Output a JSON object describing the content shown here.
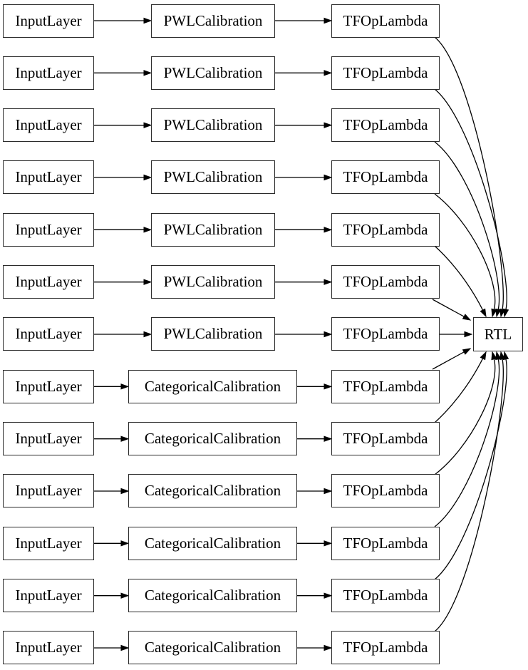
{
  "diagram": {
    "title": "model-architecture-graph",
    "background_color": "#ffffff",
    "node_border_color": "#2b2b2b",
    "edge_color": "#000000",
    "output_node": {
      "label": "RTL"
    },
    "rows": [
      {
        "input": "InputLayer",
        "calibration": "PWLCalibration",
        "op": "TFOpLambda"
      },
      {
        "input": "InputLayer",
        "calibration": "PWLCalibration",
        "op": "TFOpLambda"
      },
      {
        "input": "InputLayer",
        "calibration": "PWLCalibration",
        "op": "TFOpLambda"
      },
      {
        "input": "InputLayer",
        "calibration": "PWLCalibration",
        "op": "TFOpLambda"
      },
      {
        "input": "InputLayer",
        "calibration": "PWLCalibration",
        "op": "TFOpLambda"
      },
      {
        "input": "InputLayer",
        "calibration": "PWLCalibration",
        "op": "TFOpLambda"
      },
      {
        "input": "InputLayer",
        "calibration": "PWLCalibration",
        "op": "TFOpLambda"
      },
      {
        "input": "InputLayer",
        "calibration": "CategoricalCalibration",
        "op": "TFOpLambda"
      },
      {
        "input": "InputLayer",
        "calibration": "CategoricalCalibration",
        "op": "TFOpLambda"
      },
      {
        "input": "InputLayer",
        "calibration": "CategoricalCalibration",
        "op": "TFOpLambda"
      },
      {
        "input": "InputLayer",
        "calibration": "CategoricalCalibration",
        "op": "TFOpLambda"
      },
      {
        "input": "InputLayer",
        "calibration": "CategoricalCalibration",
        "op": "TFOpLambda"
      },
      {
        "input": "InputLayer",
        "calibration": "CategoricalCalibration",
        "op": "TFOpLambda"
      }
    ]
  }
}
